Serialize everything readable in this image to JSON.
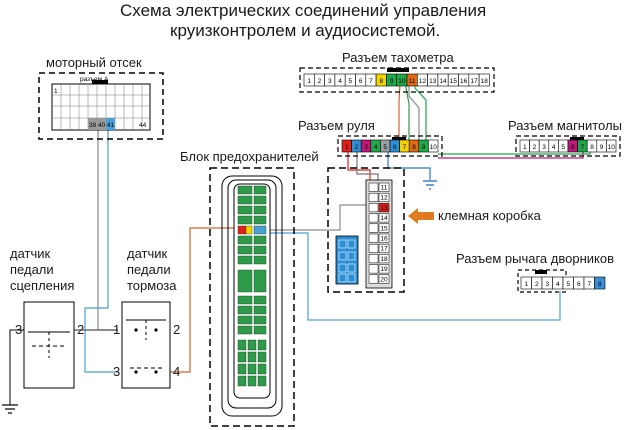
{
  "title": {
    "line1": "Схема электрических соединений управления",
    "line2": "круизконтролем и аудиосистемой."
  },
  "labels": {
    "motor_compartment": "моторный отсек",
    "connector_a": "разъем А",
    "tachometer_connector": "Разъем тахометра",
    "steering_connector": "Разъем руля",
    "radio_connector": "Разъем магнитолы",
    "fuse_block": "Блок предохранителей",
    "terminal_box": "клемная коробка",
    "wiper_lever_connector": "Разъем рычага дворников",
    "clutch_sensor": [
      "датчик",
      "педали",
      "сцепления"
    ],
    "brake_sensor": [
      "датчик",
      "педали",
      "тормоза"
    ]
  },
  "connector_a": {
    "first_pin": "1",
    "pins": [
      "38",
      "40",
      "41"
    ],
    "last_pin": "44"
  },
  "tachometer": {
    "pins": [
      "1",
      "2",
      "3",
      "4",
      "5",
      "6",
      "7",
      "8",
      "9",
      "10",
      "11",
      "12",
      "13",
      "14",
      "15",
      "16",
      "17",
      "18"
    ],
    "highlight": {
      "8": "#f3d400",
      "9": "#1fa84a",
      "10": "#1fa84a",
      "11": "#e06a12"
    }
  },
  "steering": {
    "pins": [
      "1",
      "2",
      "3",
      "4",
      "5",
      "6",
      "7",
      "8",
      "9",
      "10"
    ],
    "highlight": {
      "1": "#e0211b",
      "2": "#2c8fd6",
      "3": "#c0187a",
      "4": "#1fa84a",
      "5": "#9aa0a6",
      "6": "#2c8fd6",
      "7": "#f3d400",
      "8": "#e06a12",
      "9": "#1fa84a"
    }
  },
  "radio": {
    "pins": [
      "1",
      "2",
      "3",
      "4",
      "5",
      "6",
      "7",
      "8",
      "9",
      "10"
    ],
    "highlight": {
      "6": "#c0187a",
      "7": "#1fa84a"
    }
  },
  "wiper": {
    "pins": [
      "1",
      "2",
      "3",
      "4",
      "5",
      "6",
      "7",
      "8"
    ],
    "highlight": {
      "8": "#3a8fd6"
    }
  },
  "terminal_box_pins": [
    "11",
    "12",
    "13",
    "14",
    "15",
    "16",
    "17",
    "18",
    "19",
    "20"
  ],
  "clutch_pins": {
    "left": "3",
    "right": "2"
  },
  "brake_pins": {
    "tl": "1",
    "tr": "2",
    "bl": "3",
    "br": "4"
  },
  "colors": {
    "wire_blue": "#4a9fd4",
    "wire_orange": "#d4632a",
    "wire_grey": "#8a8a8a",
    "fuse_green": "#2f9a4a",
    "ground": "#2c78c8",
    "arrow": "#e07b1f"
  }
}
